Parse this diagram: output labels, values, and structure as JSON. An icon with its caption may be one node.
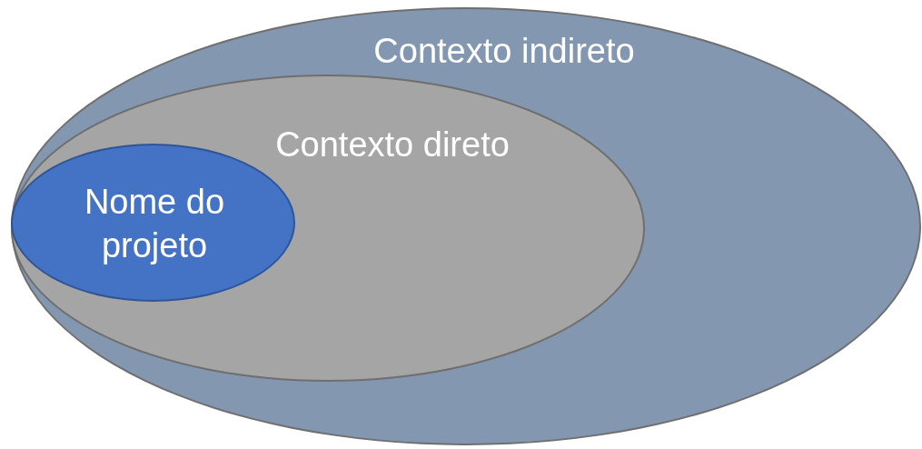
{
  "diagram": {
    "nodes": [
      {
        "text": [
          "Contexto indireto"
        ]
      },
      {
        "text": [
          "Contexto direto"
        ],
        "in": 0
      },
      {
        "text": [
          "Nome do projeto"
        ],
        "in": 1
      }
    ]
  }
}
